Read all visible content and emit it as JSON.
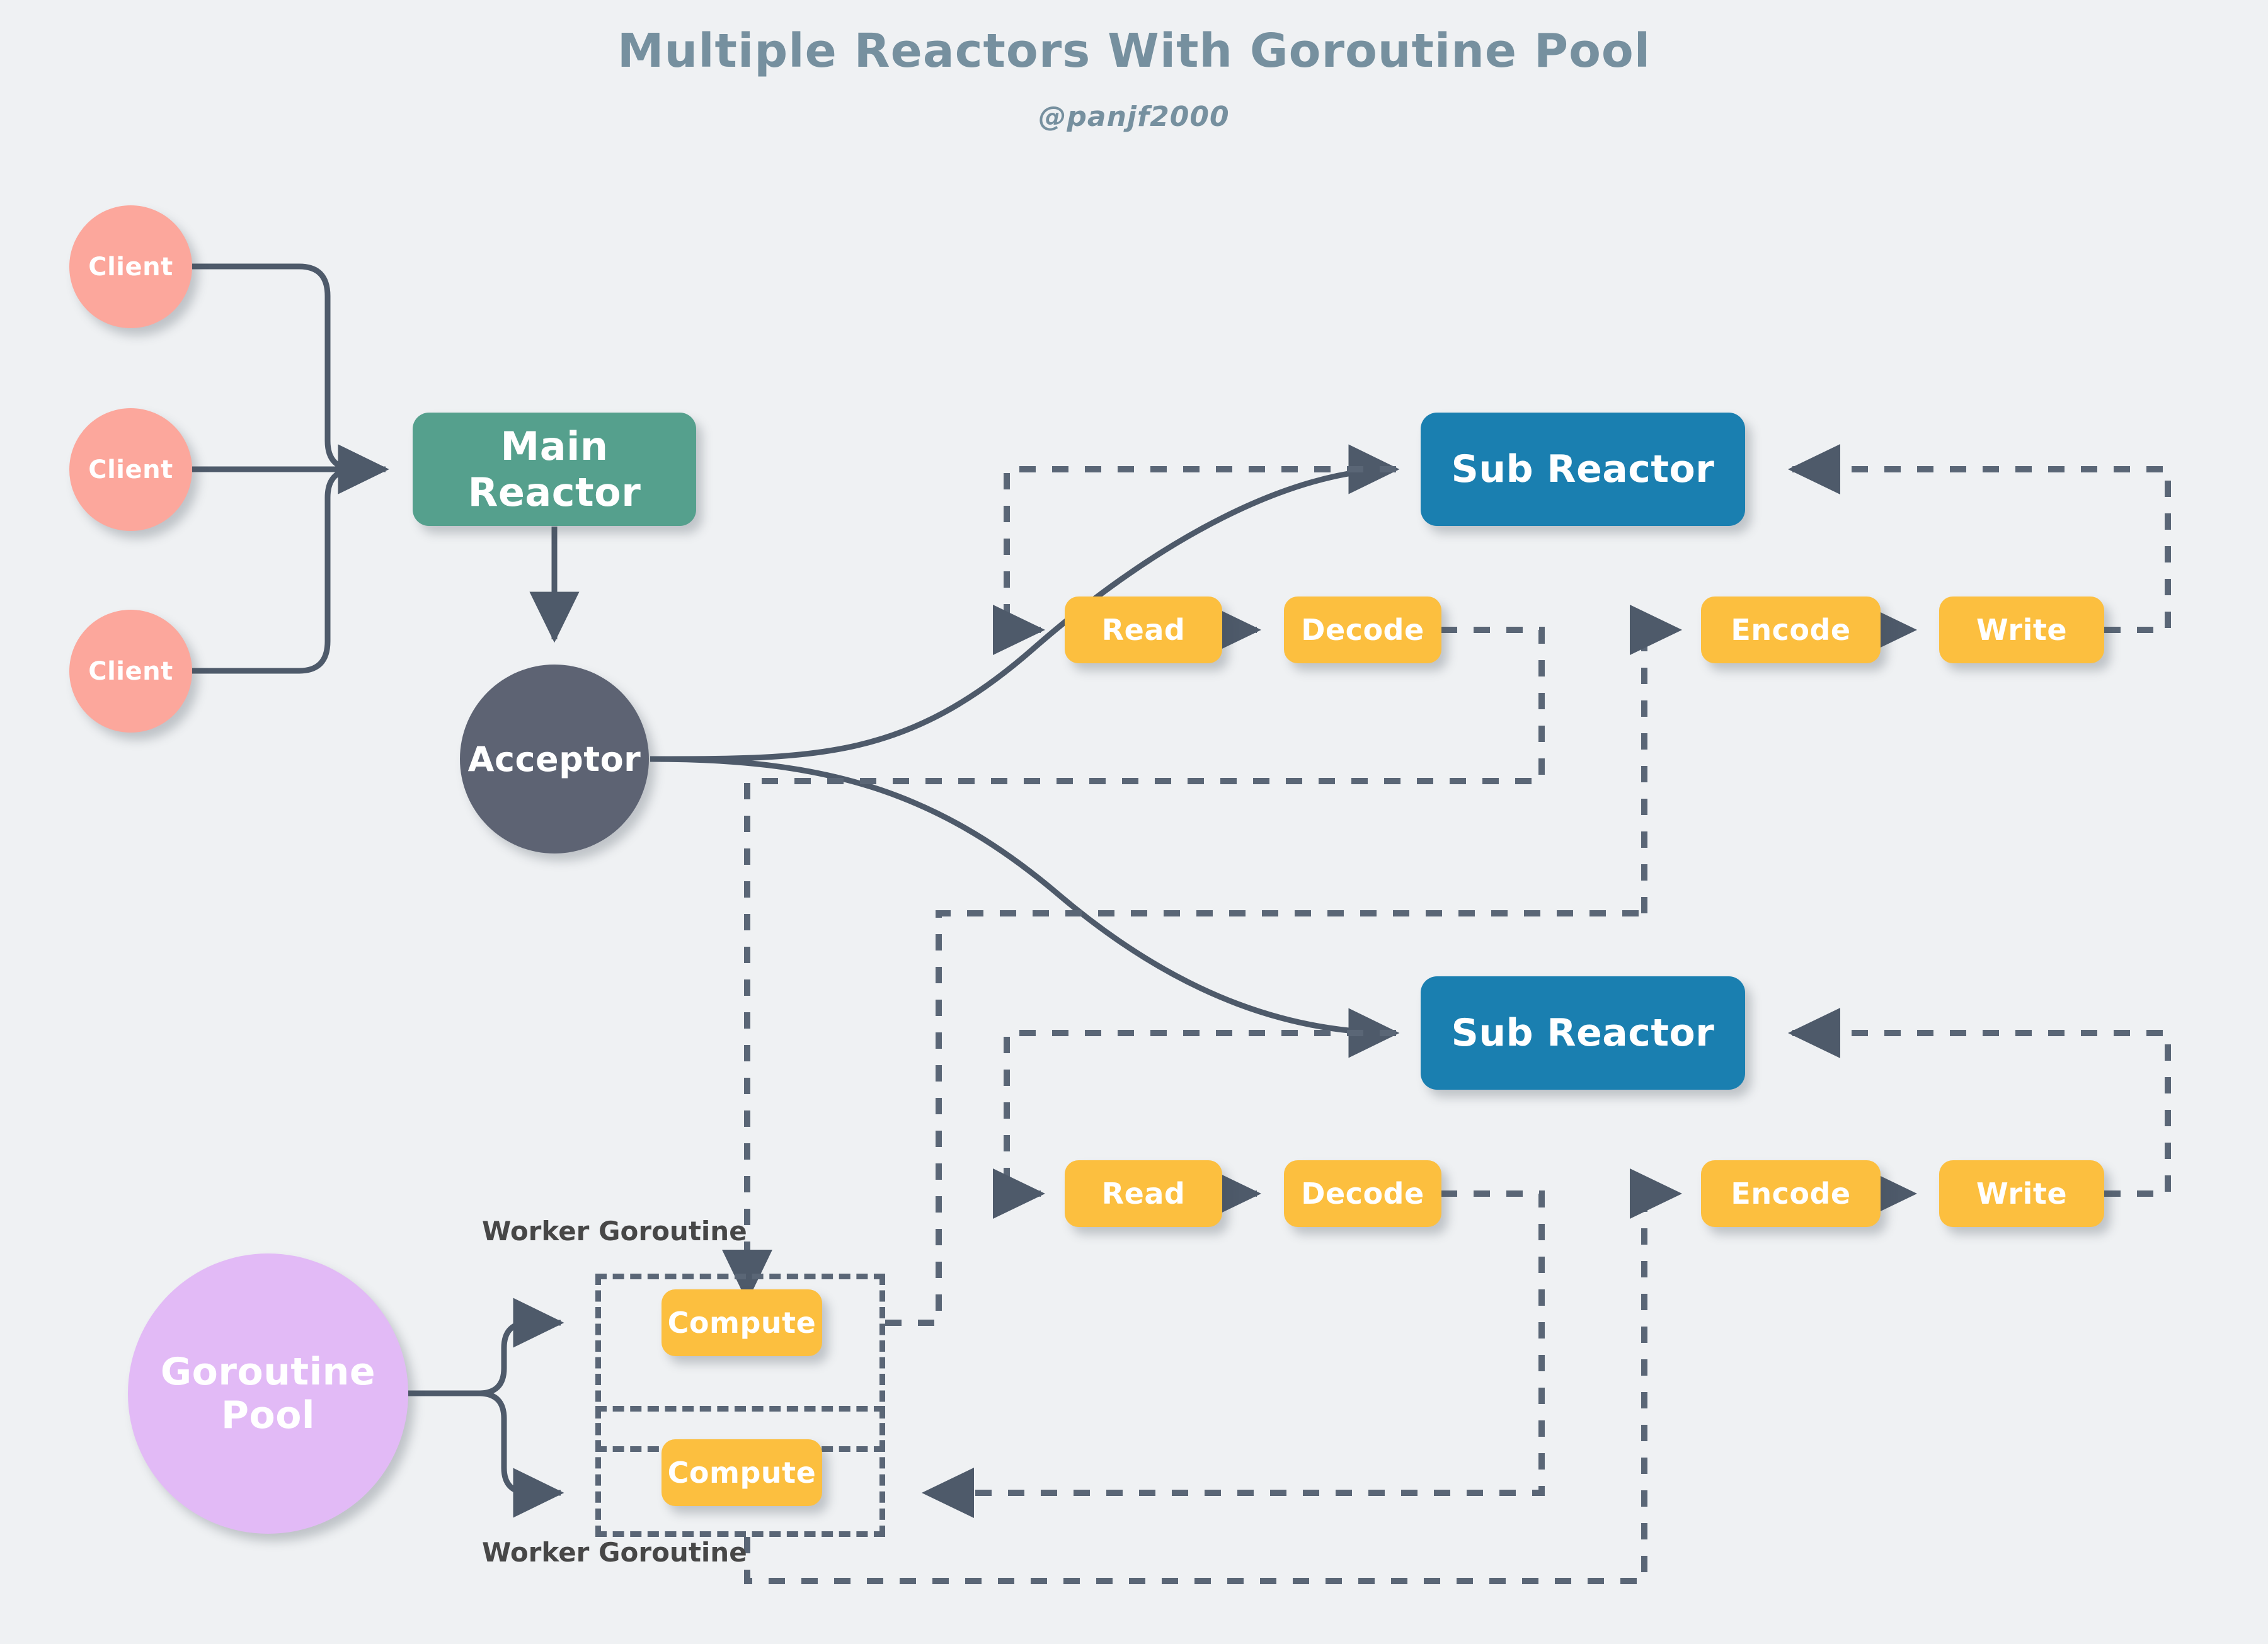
{
  "header": {
    "title": "Multiple Reactors With Goroutine Pool",
    "subtitle": "@panjf2000"
  },
  "colors": {
    "background": "#eff1f3",
    "title_text": "#76909f",
    "client": "#fca79c",
    "main_reactor": "#55a08d",
    "acceptor": "#5d6373",
    "sub_reactor": "#1a7fb0",
    "stage_box": "#fcbf3f",
    "goroutine_pool": "#e2baf6",
    "connector": "#4e5a6a",
    "dashed_connector": "#5a6676",
    "worker_label": "#474747",
    "node_text": "#ffffff"
  },
  "clients": [
    {
      "label": "Client"
    },
    {
      "label": "Client"
    },
    {
      "label": "Client"
    }
  ],
  "main_reactor": {
    "label": "Main Reactor"
  },
  "acceptor": {
    "label": "Acceptor"
  },
  "goroutine_pool": {
    "label_line1": "Goroutine",
    "label_line2": "Pool"
  },
  "sub_reactors": [
    {
      "label": "Sub Reactor",
      "inbound_stages": [
        {
          "label": "Read"
        },
        {
          "label": "Decode"
        }
      ],
      "outbound_stages": [
        {
          "label": "Encode"
        },
        {
          "label": "Write"
        }
      ]
    },
    {
      "label": "Sub Reactor",
      "inbound_stages": [
        {
          "label": "Read"
        },
        {
          "label": "Decode"
        }
      ],
      "outbound_stages": [
        {
          "label": "Encode"
        },
        {
          "label": "Write"
        }
      ]
    }
  ],
  "workers": [
    {
      "frame_label": "Worker Goroutine",
      "compute_label": "Compute"
    },
    {
      "frame_label": "Worker Goroutine",
      "compute_label": "Compute"
    }
  ]
}
